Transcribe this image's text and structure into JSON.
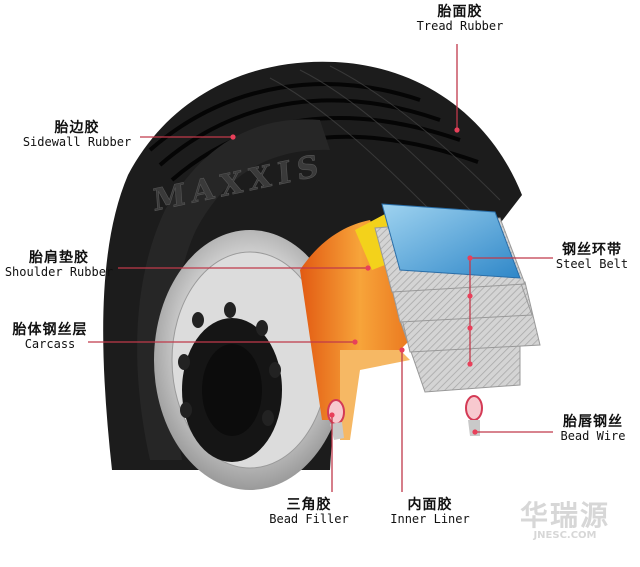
{
  "labels": {
    "tread": {
      "zh": "胎面胶",
      "en": "Tread Rubber"
    },
    "sidewall": {
      "zh": "胎边胶",
      "en": "Sidewall Rubber"
    },
    "shoulder": {
      "zh": "胎肩垫胶",
      "en": "Shoulder Rubber"
    },
    "carcass": {
      "zh": "胎体钢丝层",
      "en": "Carcass"
    },
    "belt": {
      "zh": "钢丝环带",
      "en": "Steel Belt"
    },
    "bead_wire": {
      "zh": "胎唇钢丝",
      "en": "Bead Wire"
    },
    "filler": {
      "zh": "三角胶",
      "en": "Bead Filler"
    },
    "liner": {
      "zh": "内面胶",
      "en": "Inner Liner"
    }
  },
  "tire_brand": "MAXXIS",
  "watermark": {
    "text": "华瑞源",
    "url": "JNESC.COM"
  },
  "colors": {
    "leader": "#c0394a",
    "dot": "#e8405a",
    "tire": "#1b1b1b",
    "belt_blue": "#4aa6dc",
    "shoulder_yellow": "#f3d21b",
    "carcass_orange": "#f08a1c"
  }
}
